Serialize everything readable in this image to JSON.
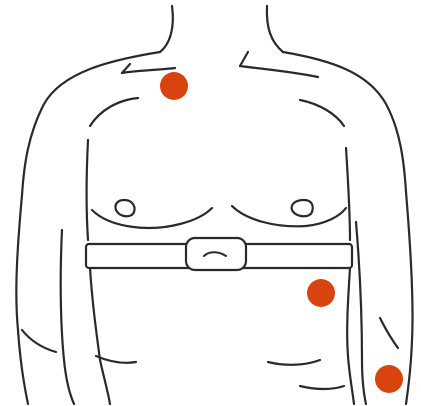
{
  "colors": {
    "line": "#2a2a2a",
    "background": "#ffffff",
    "marker": "#d9430f"
  },
  "markers": [
    {
      "name": "marker-upper-right-chest"
    },
    {
      "name": "marker-lower-left-abdomen"
    },
    {
      "name": "marker-left-arm"
    }
  ]
}
